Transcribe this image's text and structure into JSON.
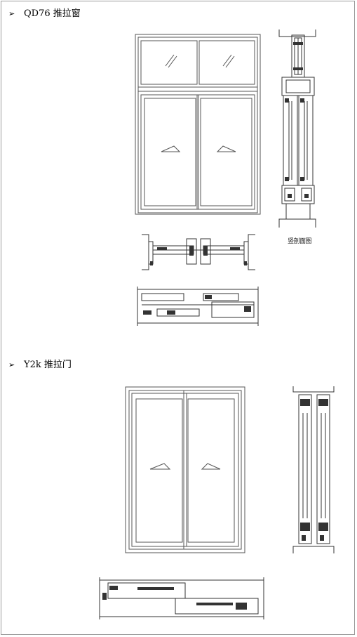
{
  "sections": [
    {
      "bullet": "➢",
      "title": "QD76 推拉窗"
    },
    {
      "bullet": "➢",
      "title": "Y2k 推拉门"
    }
  ],
  "section1_vertical_label": "竖剖面图"
}
